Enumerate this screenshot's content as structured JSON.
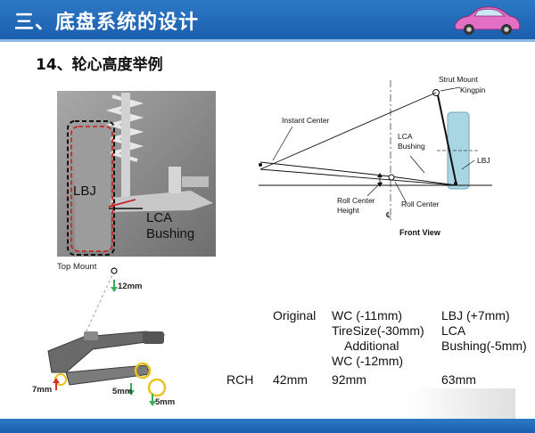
{
  "header": {
    "title": "三、底盘系统的设计"
  },
  "subtitle": "14、轮心高度举例",
  "photo": {
    "lbj_label": "LBJ",
    "lca_label_1": "LCA",
    "lca_label_2": "Bushing"
  },
  "front_view": {
    "strut_mount": "Strut Mount",
    "kingpin": "Kingpin",
    "instant_center": "Instant Center",
    "lca_1": "LCA",
    "lca_2": "Bushing",
    "lbj": "LBJ",
    "roll_center_height_1": "Roll Center",
    "roll_center_height_2": "Height",
    "roll_center": "Roll Center",
    "front_view": "Front View",
    "cl_symbol": "℄"
  },
  "suspension": {
    "top_mount": "Top Mount",
    "d12": "12mm",
    "d7": "7mm",
    "d5a": "5mm",
    "d5b": "5mm"
  },
  "table": {
    "col_original": "Original",
    "col_wc_1": "WC (-11mm)",
    "col_wc_2": "TireSize(-30mm)",
    "col_wc_3": "Additional",
    "col_wc_4": "WC (-12mm)",
    "col_lbj_1": "LBJ (+7mm)",
    "col_lbj_2": "LCA",
    "col_lbj_3": "Bushing(-5mm)",
    "row_label": "RCH",
    "val_original": "42mm",
    "val_wc": "92mm",
    "val_lbj": "63mm"
  }
}
